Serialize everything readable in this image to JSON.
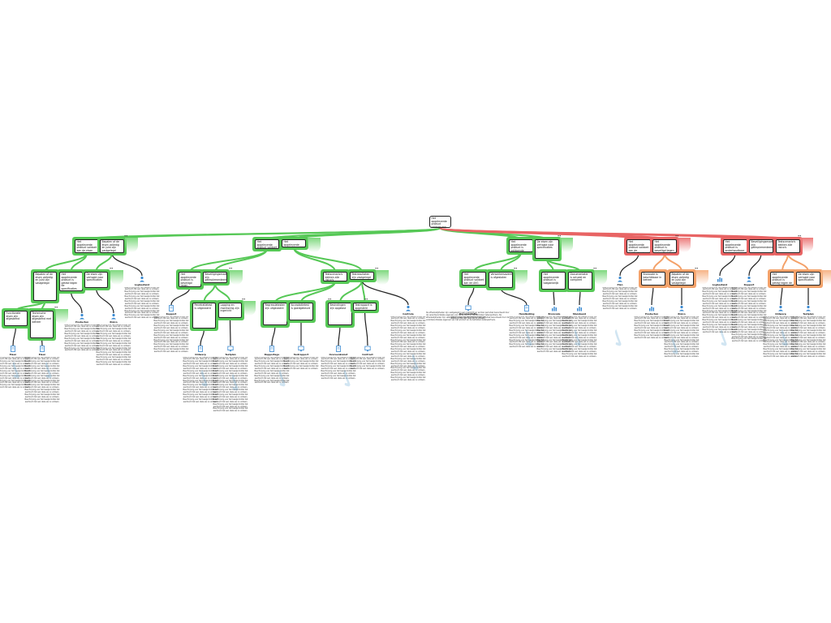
{
  "root": {
    "text": "Het opgeleverde product voldoet aan de gestelde eisen"
  },
  "level1": [
    {
      "id": "A",
      "text": "Het opgeleverde product voldoet aan de eisen van de organisatie",
      "color": "g",
      "link": "p",
      "labels": [
        "Het opgeleverde product voldoet aan de technische eisen",
        "Het opgeleverde product voldoet aan de functionele eisen"
      ]
    },
    {
      "id": "B",
      "text": "Het opgeleverde product voldoet aan de beveiligingseisen",
      "color": "g",
      "link": "p",
      "labels": [
        "Het opgeleverde product is veilig"
      ]
    },
    {
      "id": "C",
      "text": "Het opgeleverde product is voldoende getest",
      "color": "g",
      "link": "p",
      "labels": [
        "Het opgeleverde product voldoet aan de acceptatiecriteria"
      ]
    },
    {
      "id": "D",
      "text": "Het opgeleverde product voldoet aan de juridische eisen",
      "color": "r",
      "link": "c",
      "labels": [
        "Het opgeleverde product voldoet aan de wet- en regelgeving"
      ]
    },
    {
      "id": "E",
      "text": "Het opgeleverde product is onderhoudbaar",
      "color": "r",
      "link": "c",
      "labels": [
        "Het opgeleverde product is gedocumenteerd",
        "Het opgeleverde product is overdraagbaar"
      ]
    }
  ],
  "level2": [
    {
      "text": "Bepalen of de eisen volledig en juist zijn vastgelegd"
    },
    {
      "text": "Het opgeleverde product is getest tegen de specificaties"
    },
    {
      "text": "De eisen zijn vertaald naar specificaties"
    },
    {
      "text": "Het opgeleverde product is beveiligd tegen ongeautoriseerde toegang"
    },
    {
      "text": "Beveiligingsmaatregelen zijn geïmplementeerd"
    },
    {
      "text": "Testscenario's dekken alle risico's"
    },
    {
      "text": "Testresultaten zijn vastgelegd"
    },
    {
      "text": "Het opgeleverde product voldoet aan de AVG"
    },
    {
      "text": "Verwerkersovereenkomst is afgesloten"
    },
    {
      "text": "Het opgeleverde product is toegankelijk"
    },
    {
      "text": "Documentatie is actueel en compleet"
    },
    {
      "text": "Broncode is beschikbaar in beheer"
    }
  ],
  "level3": [
    {
      "text": "Functionele eisen zijn afgestemd"
    },
    {
      "text": "Technische eisen zijn afgestemd met beheer"
    },
    {
      "text": "Penetratietest is uitgevoerd"
    },
    {
      "text": "Logging en monitoring zijn ingericht"
    },
    {
      "text": "Regressietesten zijn uitgevoerd"
    },
    {
      "text": "Acceptatietest is goedgekeurd"
    },
    {
      "text": "Bevindingen zijn opgelost"
    },
    {
      "text": "Testrapport is opgesteld"
    }
  ],
  "evidence_labels": [
    "Eisen",
    "Eisen",
    "Producten",
    "Risico",
    "Logbestand",
    "Rapport",
    "Ontwerp",
    "Testplan",
    "Rapportage",
    "Testrapport",
    "Overeenkomst",
    "Contract",
    "Controle",
    "Documentatie",
    "Handleiding",
    "Broncode",
    "Standaard",
    "Plan"
  ],
  "evidence_text": "Beschrijving van het bewijsmiddel dat aantoont dat aan deze eis is voldaan.",
  "wide_note": "De afhankelijkheden zijn vastgelegd in een overzicht en worden periodiek beoordeeld door de verantwoordelijke eigenaar van het product en de betrokken ketenpartners.",
  "marker": "••",
  "colors": {
    "green": "#56c856",
    "red": "#e86464",
    "orange": "#f4a26a",
    "line": "#222222",
    "icon": "#3a8ad2"
  }
}
